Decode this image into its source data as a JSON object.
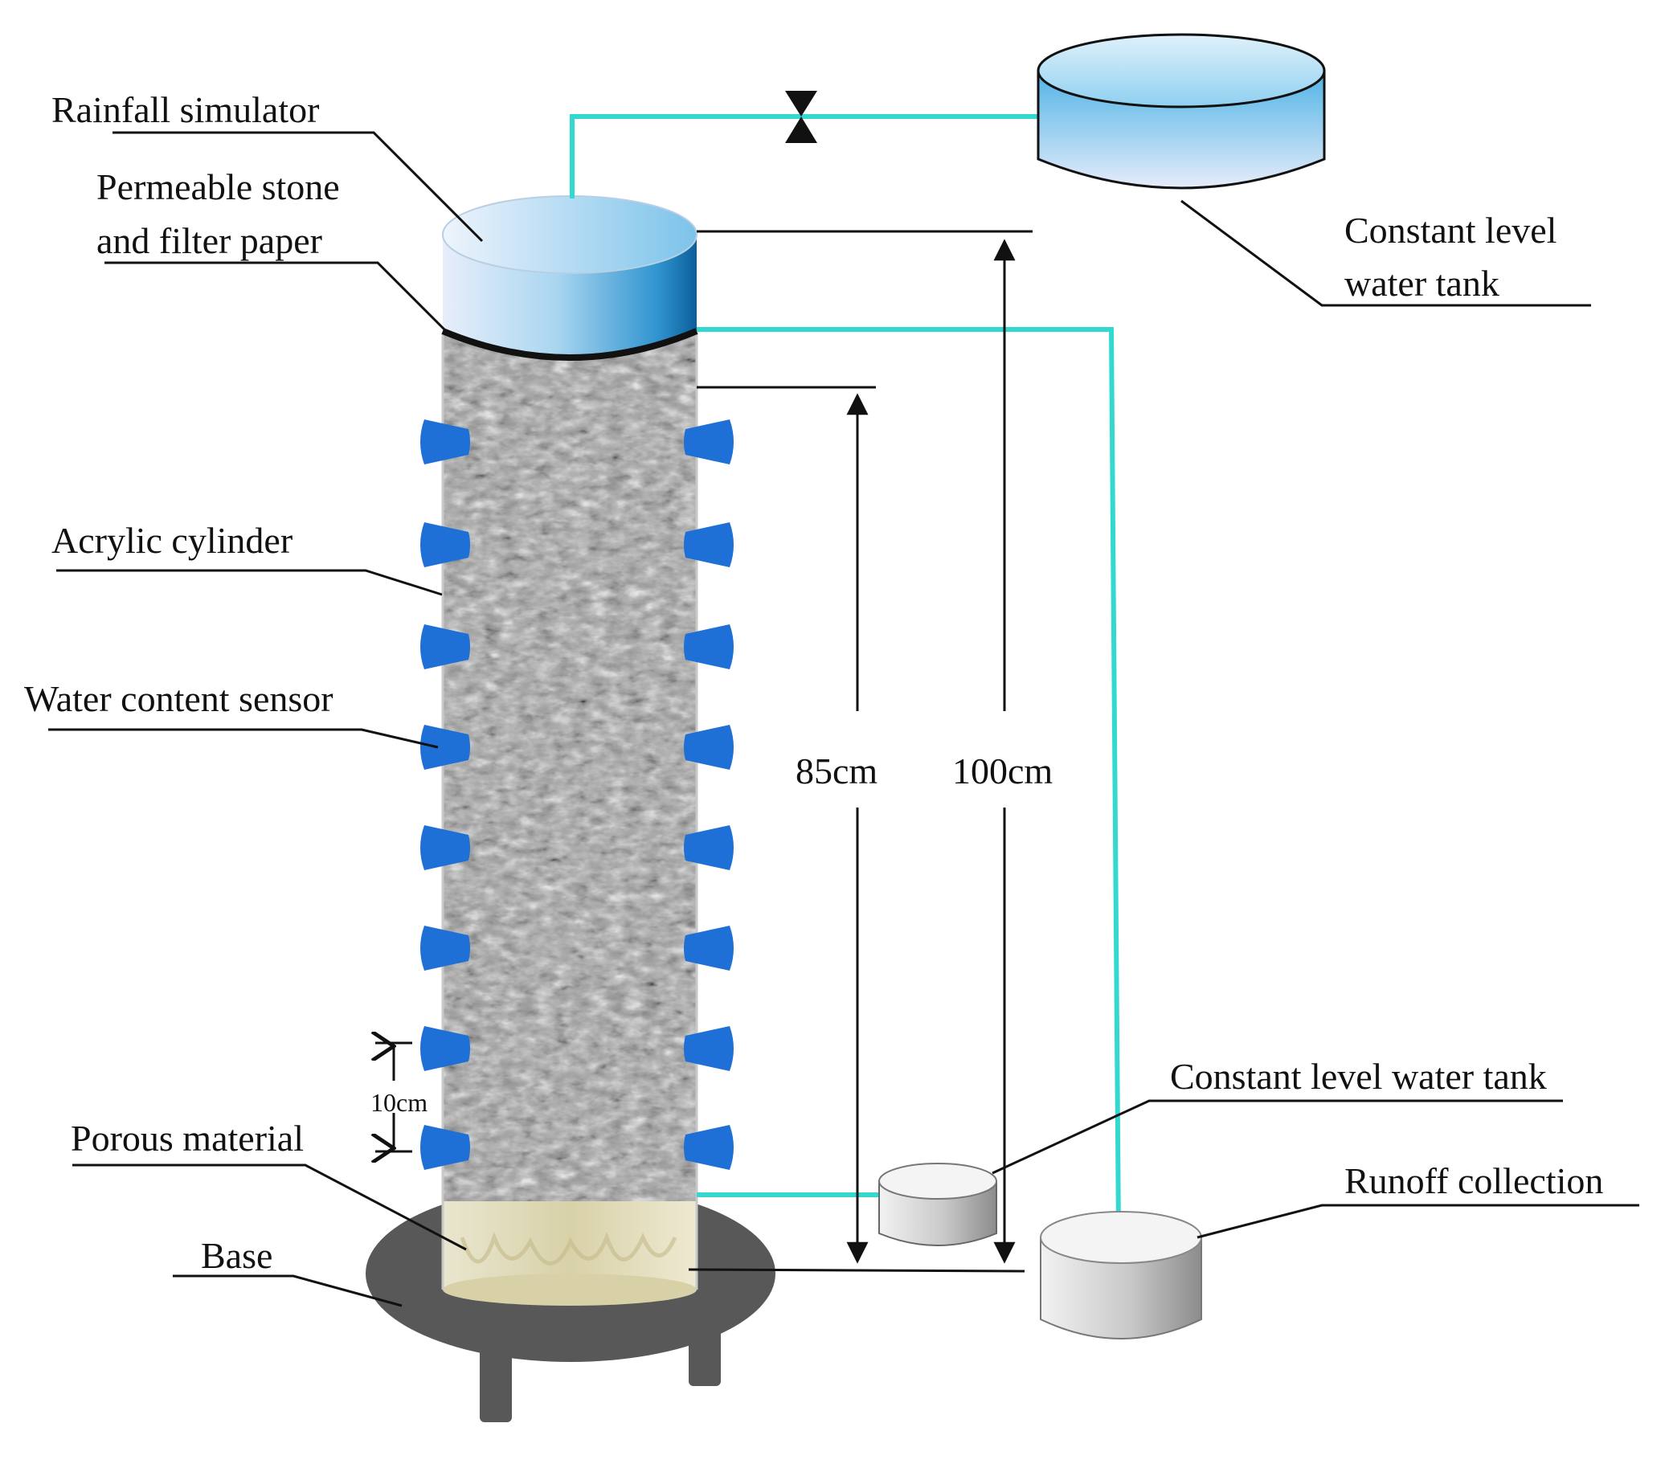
{
  "labels": {
    "rainfall_simulator": "Rainfall simulator",
    "permeable_stone_line1": "Permeable stone",
    "permeable_stone_line2": "and filter paper",
    "acrylic_cylinder": "Acrylic cylinder",
    "water_content_sensor": "Water content sensor",
    "porous_material": "Porous material",
    "base": "Base",
    "constant_level_tank_top_line1": "Constant level",
    "constant_level_tank_top_line2": "water tank",
    "constant_level_tank_small": "Constant level water tank",
    "runoff_collection": "Runoff collection"
  },
  "dimensions": {
    "soil_height": "85cm",
    "total_height": "100cm",
    "sensor_spacing": "10cm"
  },
  "colors": {
    "pipe": "#33d9d0",
    "sensor": "#1e6fd6",
    "base": "#585858",
    "valve": "#111111"
  }
}
